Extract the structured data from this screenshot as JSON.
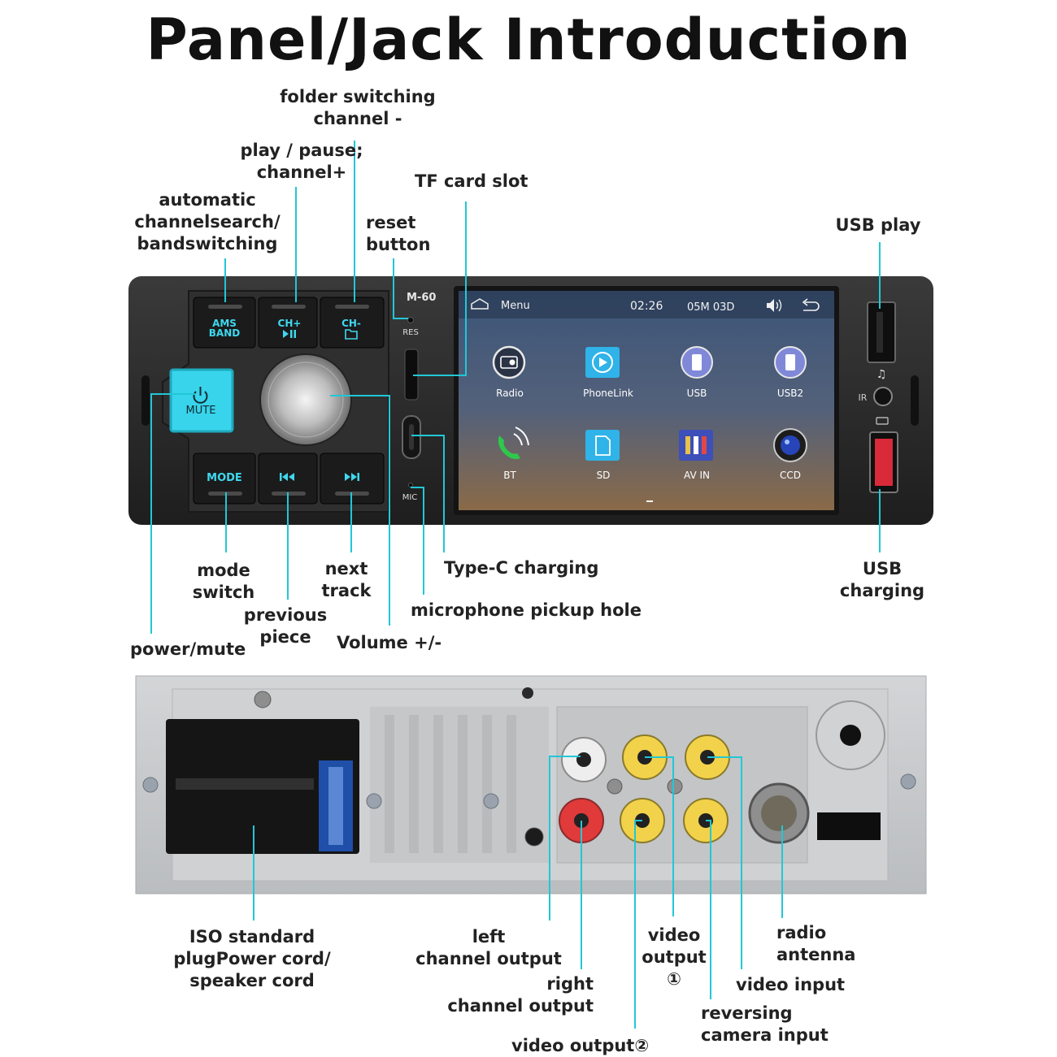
{
  "title": "Panel/Jack Introduction",
  "front_panel": {
    "model": "M-60",
    "reset_mark": "RES",
    "mic_mark": "MIC",
    "buttons": {
      "ams_line1": "AMS",
      "ams_line2": "BAND",
      "ch_plus": "CH+",
      "ch_minus": "CH-",
      "mute": "MUTE",
      "mode": "MODE"
    },
    "screen": {
      "menu": "Menu",
      "time": "02:26",
      "date": "05M 03D",
      "apps": [
        {
          "label": "Radio",
          "icon": "radio-icon"
        },
        {
          "label": "PhoneLink",
          "icon": "phonelink-icon"
        },
        {
          "label": "USB",
          "icon": "usb-icon"
        },
        {
          "label": "USB2",
          "icon": "usb2-icon"
        },
        {
          "label": "BT",
          "icon": "phone-bt-icon"
        },
        {
          "label": "SD",
          "icon": "sd-card-icon"
        },
        {
          "label": "AV IN",
          "icon": "av-in-icon"
        },
        {
          "label": "CCD",
          "icon": "camera-icon"
        }
      ]
    }
  },
  "labels": {
    "folder_switching": "folder switching\nchannel -",
    "play_pause": "play / pause;\nchannel+",
    "tf_card": "TF card slot",
    "automatic": "automatic\nchannelsearch/\nbandswitching",
    "reset": "reset\nbutton",
    "usb_play": "USB play",
    "mode_switch": "mode\nswitch",
    "next_track": "next\ntrack",
    "type_c": "Type-C charging",
    "usb_charging": "USB\ncharging",
    "microphone": "microphone pickup hole",
    "previous": "previous\npiece",
    "power_mute": "power/mute",
    "volume": "Volume +/-",
    "iso": "ISO standard\nplugPower cord/\nspeaker cord",
    "left_channel": "left\nchannel output",
    "video_output_1": "video\noutput\n①",
    "radio_antenna": "radio\nantenna",
    "right_channel": "right\nchannel output",
    "video_input": "video input",
    "reversing": "reversing\ncamera input",
    "video_output_2": "video output②"
  },
  "colors": {
    "leader": "#22c7d6",
    "button_text": "#3fd8ee",
    "mute_button": "#38d4ec",
    "panel": "#2a2a2a",
    "back_plate": "#c9cbcd"
  }
}
